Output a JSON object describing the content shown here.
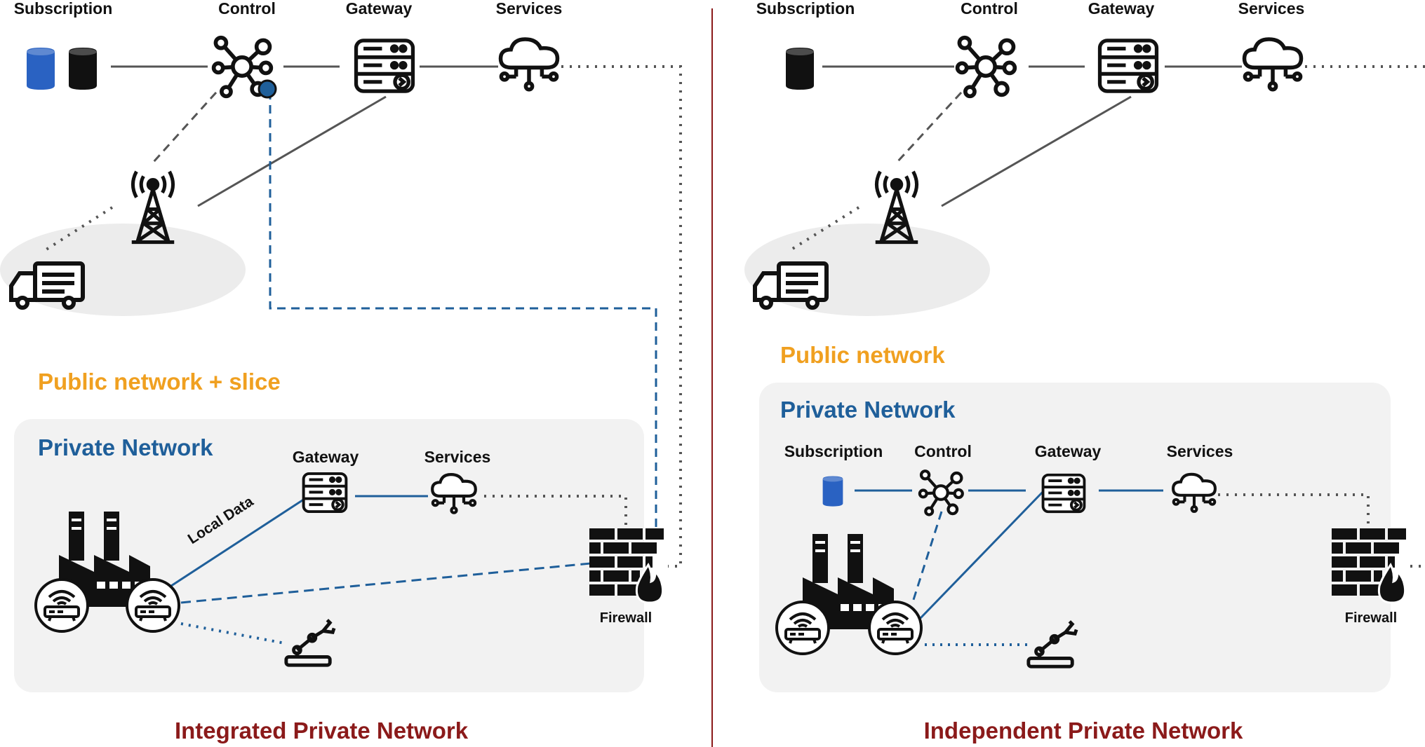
{
  "left": {
    "top_labels": {
      "subscription": "Subscription",
      "control": "Control",
      "gateway": "Gateway",
      "services": "Services"
    },
    "region_label": "Public network + slice",
    "private_title": "Private Network",
    "private_labels": {
      "gateway": "Gateway",
      "services": "Services",
      "firewall": "Firewall",
      "local_data": "Local Data"
    },
    "caption": "Integrated Private Network"
  },
  "right": {
    "top_labels": {
      "subscription": "Subscription",
      "control": "Control",
      "gateway": "Gateway",
      "services": "Services"
    },
    "region_label": "Public network",
    "private_title": "Private Network",
    "private_labels": {
      "subscription": "Subscription",
      "control": "Control",
      "gateway": "Gateway",
      "services": "Services",
      "firewall": "Firewall"
    },
    "caption": "Independent Private Network"
  },
  "colors": {
    "divider": "#8b1a1a",
    "accent_orange": "#f0a020",
    "accent_blue": "#1f5f9a",
    "private_box": "#f2f2f2"
  }
}
